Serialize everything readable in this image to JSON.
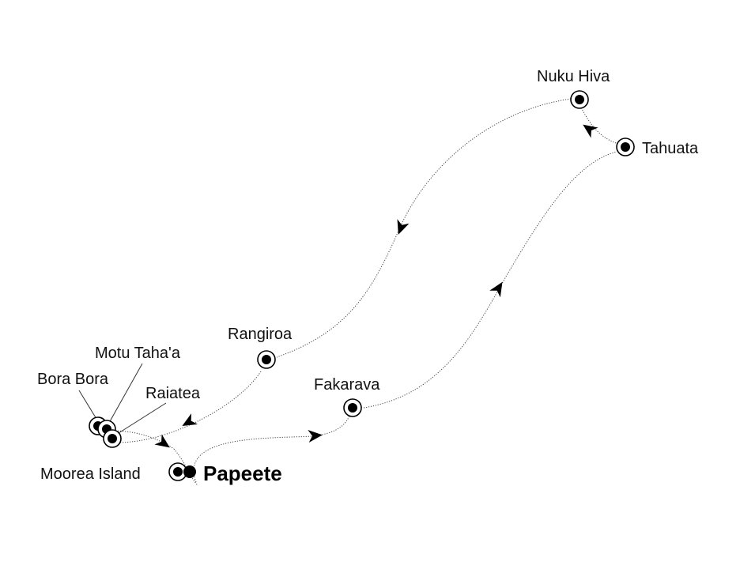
{
  "map": {
    "ports": {
      "nuku_hiva": "Nuku Hiva",
      "tahuata": "Tahuata",
      "rangiroa": "Rangiroa",
      "fakarava": "Fakarava",
      "motu_tahaa": "Motu Taha'a",
      "bora_bora": "Bora Bora",
      "raiatea": "Raiatea",
      "moorea": "Moorea Island",
      "papeete": "Papeete"
    },
    "colors": {
      "route": "#444444",
      "marker": "#000000",
      "background": "#ffffff"
    }
  }
}
